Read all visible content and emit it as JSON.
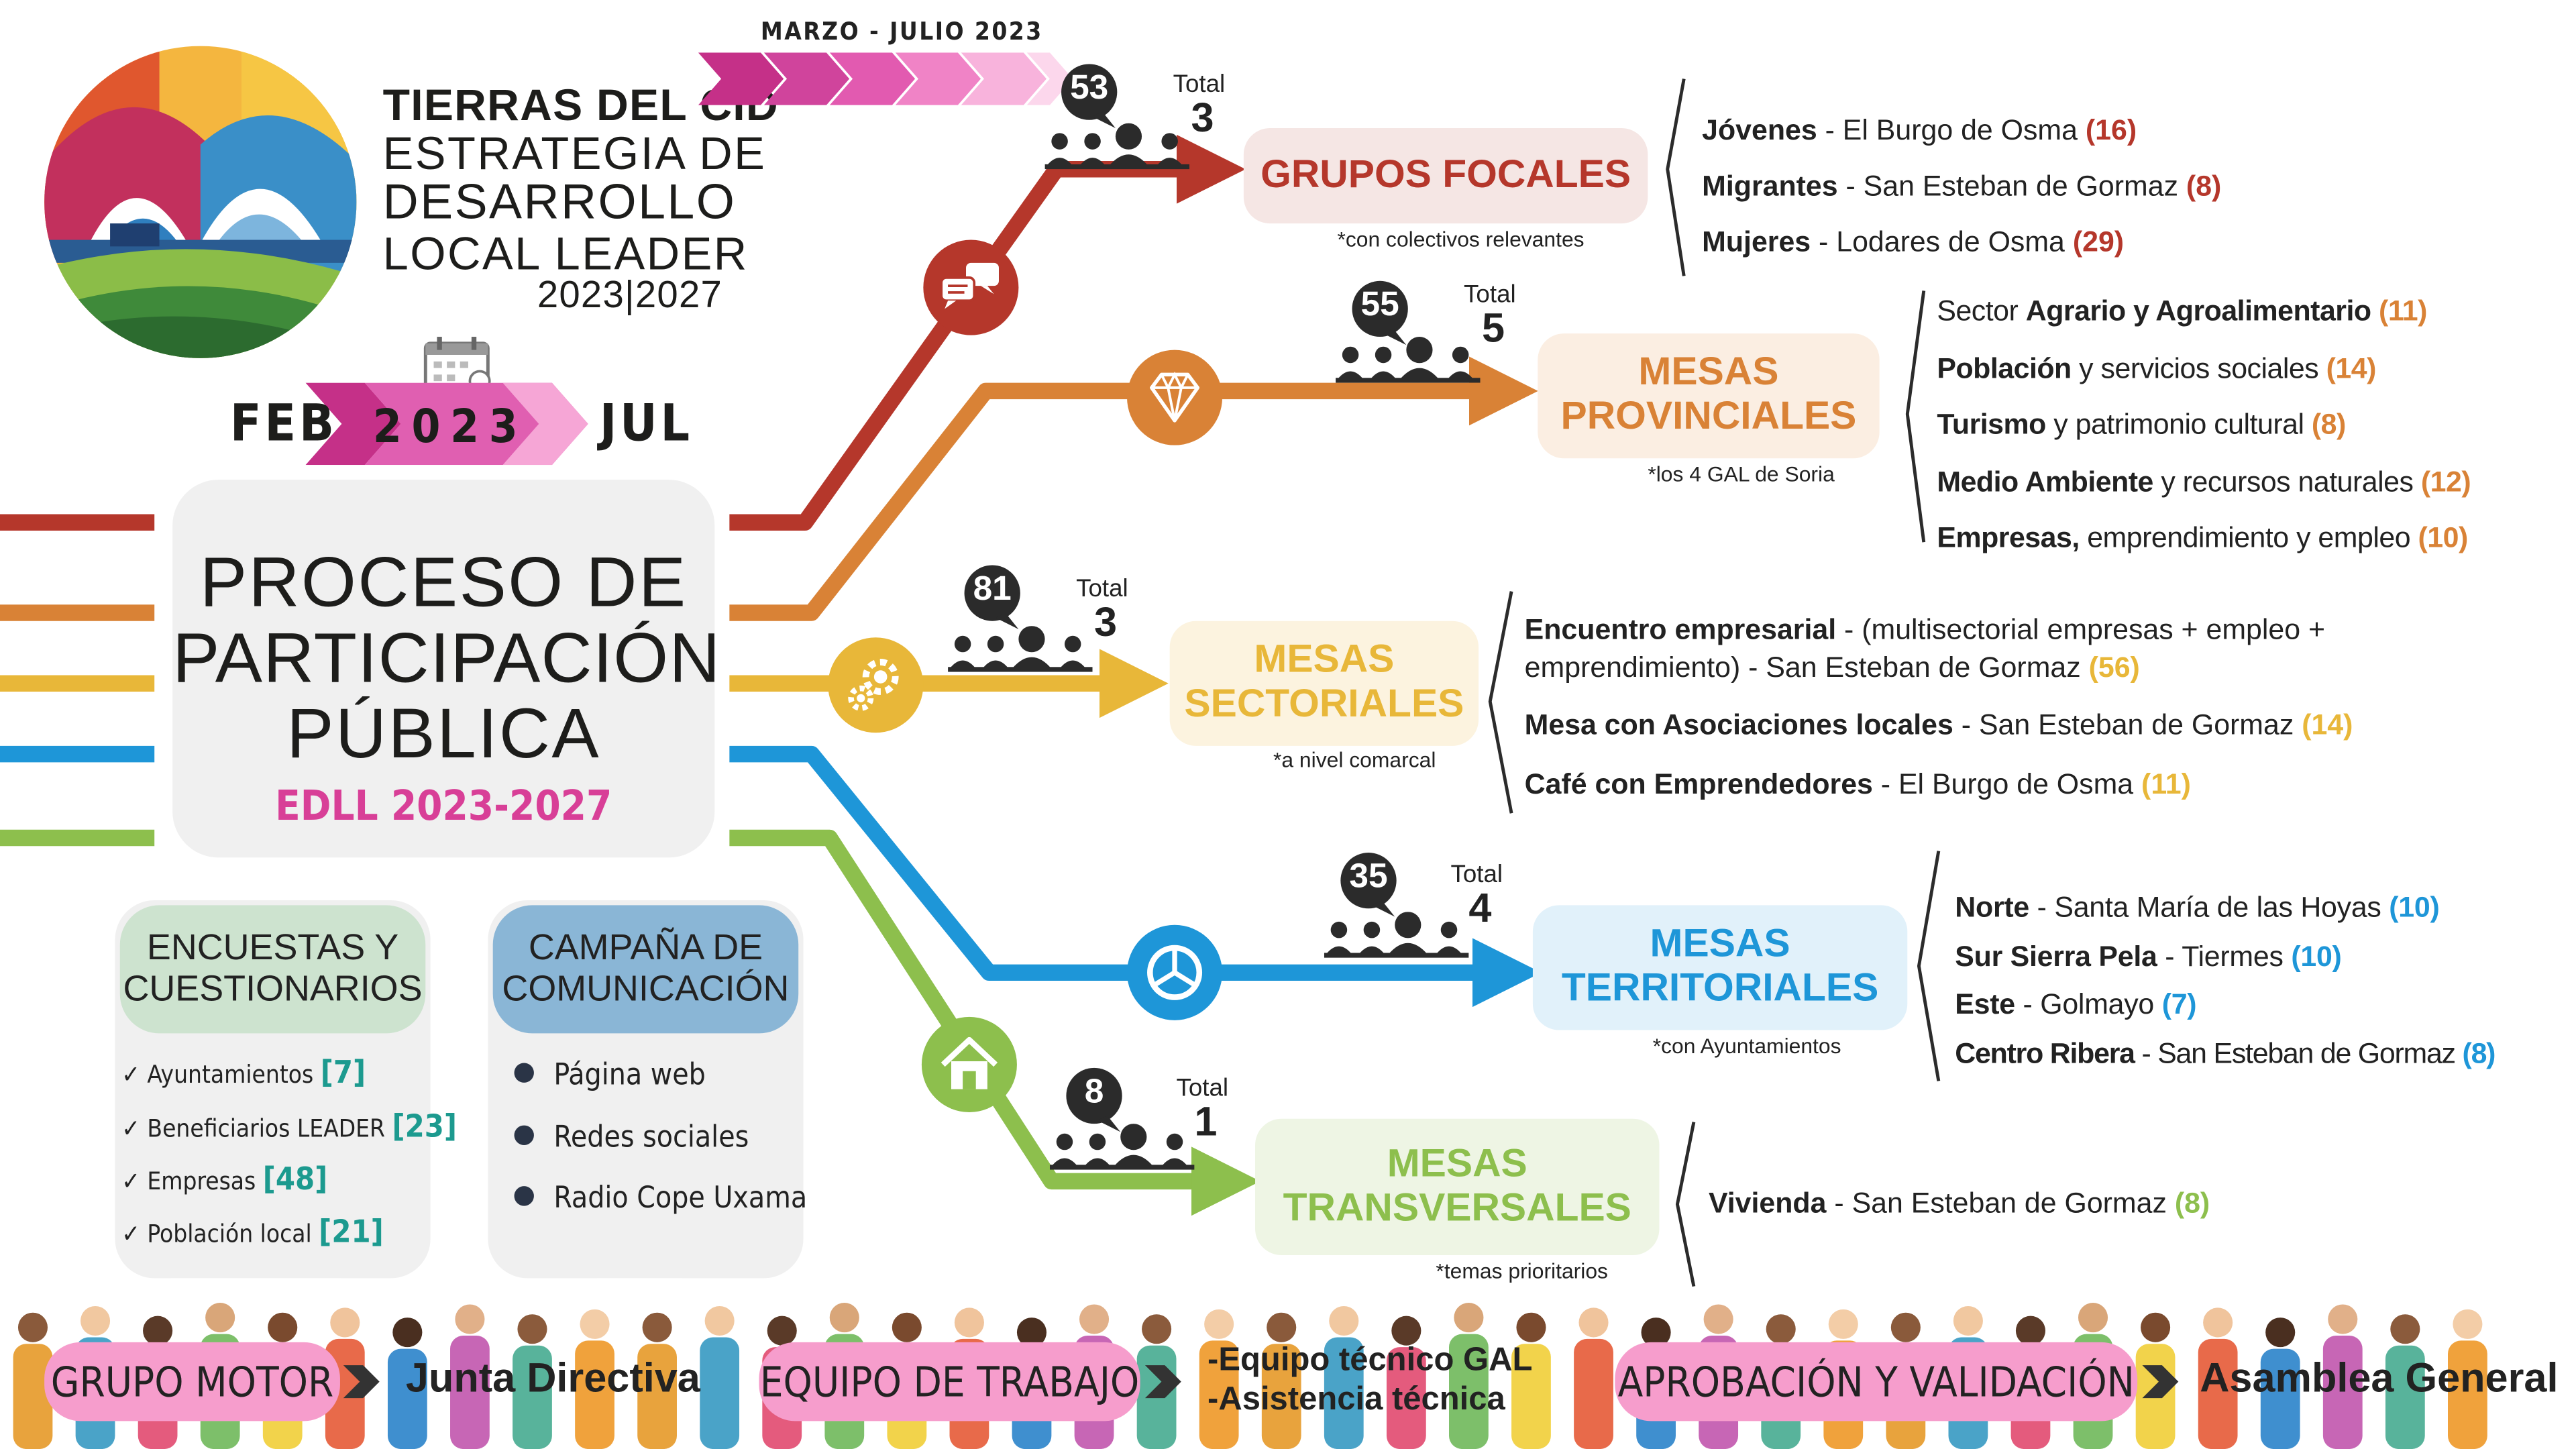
{
  "brand": {
    "name": "TIERRAS DEL CID",
    "lines": [
      "ESTRATEGIA DE",
      "DESARROLLO",
      "LOCAL LEADER"
    ],
    "years": "2023|2027"
  },
  "top_period": "MARZO - JULIO 2023",
  "timeline": {
    "start": "FEB",
    "year": "2023",
    "end": "JUL"
  },
  "center": {
    "title": [
      "PROCESO DE",
      "PARTICIPACIÓN",
      "PÚBLICA"
    ],
    "subtitle": "EDLL 2023-2027"
  },
  "total_label": "Total",
  "branches": {
    "focales": {
      "participants": "53",
      "total": "3",
      "title": [
        "GRUPOS FOCALES"
      ],
      "note": "*con colectivos relevantes",
      "color": "#b5372b",
      "items": [
        {
          "b": "Jóvenes",
          "t": " - El Burgo de Osma ",
          "n": "(16)"
        },
        {
          "b": "Migrantes",
          "t": " - San Esteban de Gormaz ",
          "n": "(8)"
        },
        {
          "b": "Mujeres",
          "t": " - Lodares de Osma ",
          "n": "(29)"
        }
      ]
    },
    "provinciales": {
      "participants": "55",
      "total": "5",
      "title": [
        "MESAS",
        "PROVINCIALES"
      ],
      "note": "*los 4 GAL de Soria",
      "color": "#d98236",
      "items": [
        {
          "a": "Sector ",
          "b": "Agrario y Agroalimentario",
          "t": " ",
          "n": "(11)"
        },
        {
          "a": "",
          "b": "Población",
          "t": " y servicios  sociales ",
          "n": "(14)"
        },
        {
          "a": "",
          "b": "Turismo",
          "t": " y patrimonio cultural ",
          "n": "(8)"
        },
        {
          "a": "",
          "b": "Medio Ambiente",
          "t": " y recursos naturales ",
          "n": "(12)"
        },
        {
          "a": "",
          "b": "Empresas,",
          "t": " emprendimiento y empleo ",
          "n": "(10)"
        }
      ]
    },
    "sectoriales": {
      "participants": "81",
      "total": "3",
      "title": [
        "MESAS",
        "SECTORIALES"
      ],
      "note": "*a nivel comarcal",
      "color": "#e8b739",
      "items": [
        {
          "b": "Encuentro empresarial",
          "t": " - (multisectorial empresas + empleo +",
          "t2": "emprendimiento) - San  Esteban de Gormaz ",
          "n": "(56)"
        },
        {
          "b": "Mesa con Asociaciones locales",
          "t": " - San Esteban de Gormaz ",
          "n": "(14)"
        },
        {
          "b": "Café con Emprendedores",
          "t": " - El Burgo de Osma ",
          "n": "(11)"
        }
      ]
    },
    "territoriales": {
      "participants": "35",
      "total": "4",
      "title": [
        "MESAS",
        "TERRITORIALES"
      ],
      "note": "*con Ayuntamientos",
      "color": "#1e96d8",
      "items": [
        {
          "b": "Norte",
          "t": " - Santa María de las Hoyas  ",
          "n": "(10)"
        },
        {
          "b": "Sur Sierra Pela",
          "t": " - Tiermes ",
          "n": "(10)"
        },
        {
          "b": "Este",
          "t": " - Golmayo ",
          "n": "(7)"
        },
        {
          "b": "Centro Ribera",
          "t": " - San Esteban de Gormaz ",
          "n": "(8)"
        }
      ]
    },
    "transversales": {
      "participants": "8",
      "total": "1",
      "title": [
        "MESAS",
        "TRANSVERSALES"
      ],
      "note": "*temas prioritarios",
      "color": "#8dbf4d",
      "items": [
        {
          "b": "Vivienda",
          "t": " - San  Esteban de Gormaz ",
          "n": "(8)"
        }
      ]
    }
  },
  "encuestas": {
    "title": [
      "ENCUESTAS Y",
      "CUESTIONARIOS"
    ],
    "items": [
      {
        "label": "Ayuntamientos ",
        "n": "[7]"
      },
      {
        "label": "Beneficiarios LEADER ",
        "n": "[23]"
      },
      {
        "label": "Empresas ",
        "n": "[48]"
      },
      {
        "label": "Población local  ",
        "n": "[21]"
      }
    ]
  },
  "campana": {
    "title": [
      "CAMPAÑA DE",
      "COMUNICACIÓN"
    ],
    "items": [
      "Página web",
      "Redes sociales",
      "Radio Cope Uxama"
    ]
  },
  "bottom": {
    "grupo_motor": "GRUPO MOTOR",
    "junta": "Junta Directiva",
    "equipo": "EQUIPO DE TRABAJO",
    "equipo_items": [
      "-Equipo técnico GAL",
      "-Asistencia técnica"
    ],
    "aprobacion": "APROBACIÓN Y VALIDACIÓN",
    "asamblea": "Asamblea General"
  }
}
